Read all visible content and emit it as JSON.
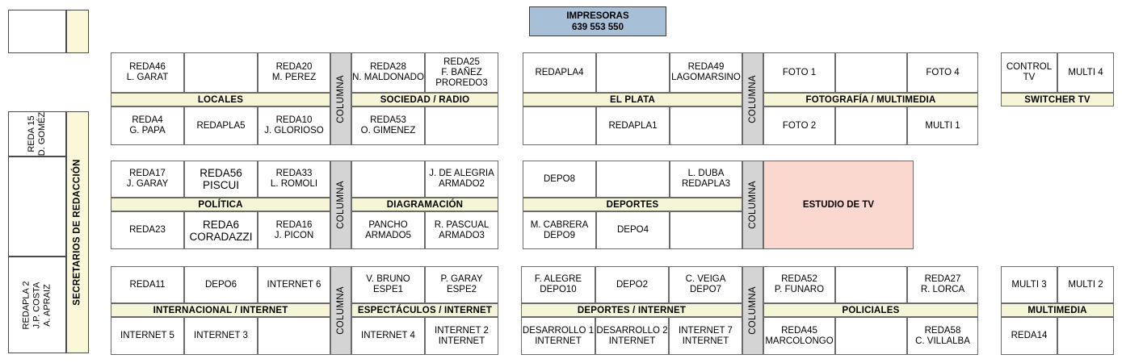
{
  "printers": {
    "title": "IMPRESORAS",
    "codes": "639   553   550"
  },
  "studio": {
    "label": "ESTUDIO DE TV"
  },
  "columna_label": "COLUMNA",
  "sidebar": {
    "band_label": "SECRETARIOS DE REDACCIÓN",
    "cells": [
      "REDA 15\nD. GOMÉZ",
      "",
      "REDAPLA 2\nJ.P. COSTA\nA. APRAIZ"
    ]
  },
  "blocks": {
    "locales": {
      "band": "LOCALES",
      "top": [
        "REDA46\nL. GARAT",
        "",
        "REDA20\nM. PEREZ"
      ],
      "bottom": [
        "REDA4\nG. PAPA",
        "REDAPLA5",
        "REDA10\nJ. GLORIOSO"
      ]
    },
    "sociedad_radio": {
      "band": "SOCIEDAD / RADIO",
      "top": [
        "REDA28\nN. MALDONADO",
        "REDA25\nF. BAÑEZ\nPROREDO3"
      ],
      "bottom": [
        "REDA53\nO. GIMENEZ",
        ""
      ]
    },
    "el_plata": {
      "band": "EL PLATA",
      "top": [
        "REDAPLA4",
        "",
        "REDA49\nLAGOMARSINO"
      ],
      "bottom": [
        "",
        "REDAPLA1",
        ""
      ]
    },
    "fotografia_multimedia": {
      "band": "FOTOGRAFÍA / MULTIMEDIA",
      "top": [
        "FOTO 1",
        "",
        "FOTO 4"
      ],
      "bottom": [
        "FOTO 2",
        "",
        "MULTI 1"
      ]
    },
    "switcher_tv": {
      "band": "SWITCHER TV",
      "top": [
        "CONTROL TV",
        "MULTI 4"
      ]
    },
    "politica": {
      "band": "POLÍTICA",
      "top": [
        "REDA17\nJ. GARAY",
        "REDA56\nPISCUI",
        "REDA33\nL. ROMOLI"
      ],
      "bottom": [
        "REDA23",
        "REDA6\nCORADAZZI",
        "REDA16\nJ. PICON"
      ]
    },
    "diagramacion": {
      "band": "DIAGRAMACIÓN",
      "top": [
        "",
        "J. DE ALEGRIA\nARMADO2"
      ],
      "bottom": [
        "PANCHO\nARMADO5",
        "R. PASCUAL\nARMADO3"
      ]
    },
    "deportes": {
      "band": "DEPORTES",
      "top": [
        "DEPO8",
        "",
        "L. DUBA\nREDAPLA3"
      ],
      "bottom": [
        "M. CABRERA\nDEPO9",
        "DEPO4",
        ""
      ]
    },
    "internacional_internet": {
      "band": "INTERNACIONAL / INTERNET",
      "top": [
        "REDA11",
        "DEPO6",
        "INTERNET 6"
      ],
      "bottom": [
        "INTERNET 5",
        "INTERNET 3",
        ""
      ]
    },
    "espectaculos_internet": {
      "band": "ESPECTÁCULOS / INTERNET",
      "top": [
        "V. BRUNO\nESPE1",
        "P. GARAY\nESPE2"
      ],
      "bottom": [
        "INTERNET 4",
        "INTERNET 2\nINTERNET"
      ]
    },
    "deportes_internet": {
      "band": "DEPORTES / INTERNET",
      "top": [
        "F. ALEGRE\nDEPO10",
        "DEPO2",
        "C. VEIGA\nDEPO7"
      ],
      "bottom": [
        "DESARROLLO 1\nINTERNET",
        "DESARROLLO 2\nINTERNET",
        "INTERNET 7\nINTERNET"
      ]
    },
    "policiales": {
      "band": "POLICIALES",
      "top": [
        "REDA52\nP. FUNARO",
        "",
        "REDA27\nR. LORCA"
      ],
      "bottom": [
        "REDA45\nMARCOLONGO",
        "",
        "REDA58\nC. VILLALBA"
      ]
    },
    "multimedia": {
      "band": "MULTIMEDIA",
      "top": [
        "MULTI 3",
        "MULTI 2"
      ],
      "bottom": [
        "REDA14",
        ""
      ]
    }
  },
  "colors": {
    "band": "#f7f5d7",
    "columna": "#d4d4d4",
    "printers": "#a8bfd8",
    "studio": "#fbd8cf",
    "border": "#6b6b6b"
  }
}
